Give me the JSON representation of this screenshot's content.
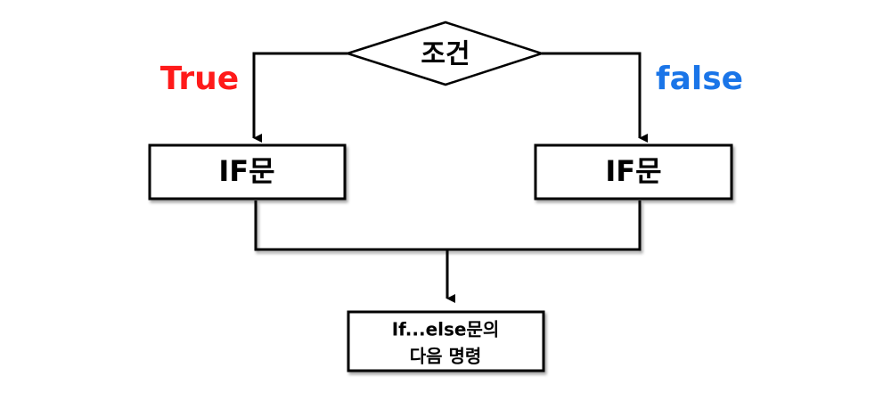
{
  "condition": {
    "label": "조건"
  },
  "branches": {
    "true_label": "True",
    "false_label": "false"
  },
  "boxes": {
    "left": {
      "label": "IF문"
    },
    "right": {
      "label": "IF문"
    },
    "bottom": {
      "line1": "If...else문의",
      "line2": "다음 명령"
    }
  },
  "colors": {
    "true": "#ff1a1a",
    "false": "#1a75e8",
    "stroke": "#000000"
  }
}
